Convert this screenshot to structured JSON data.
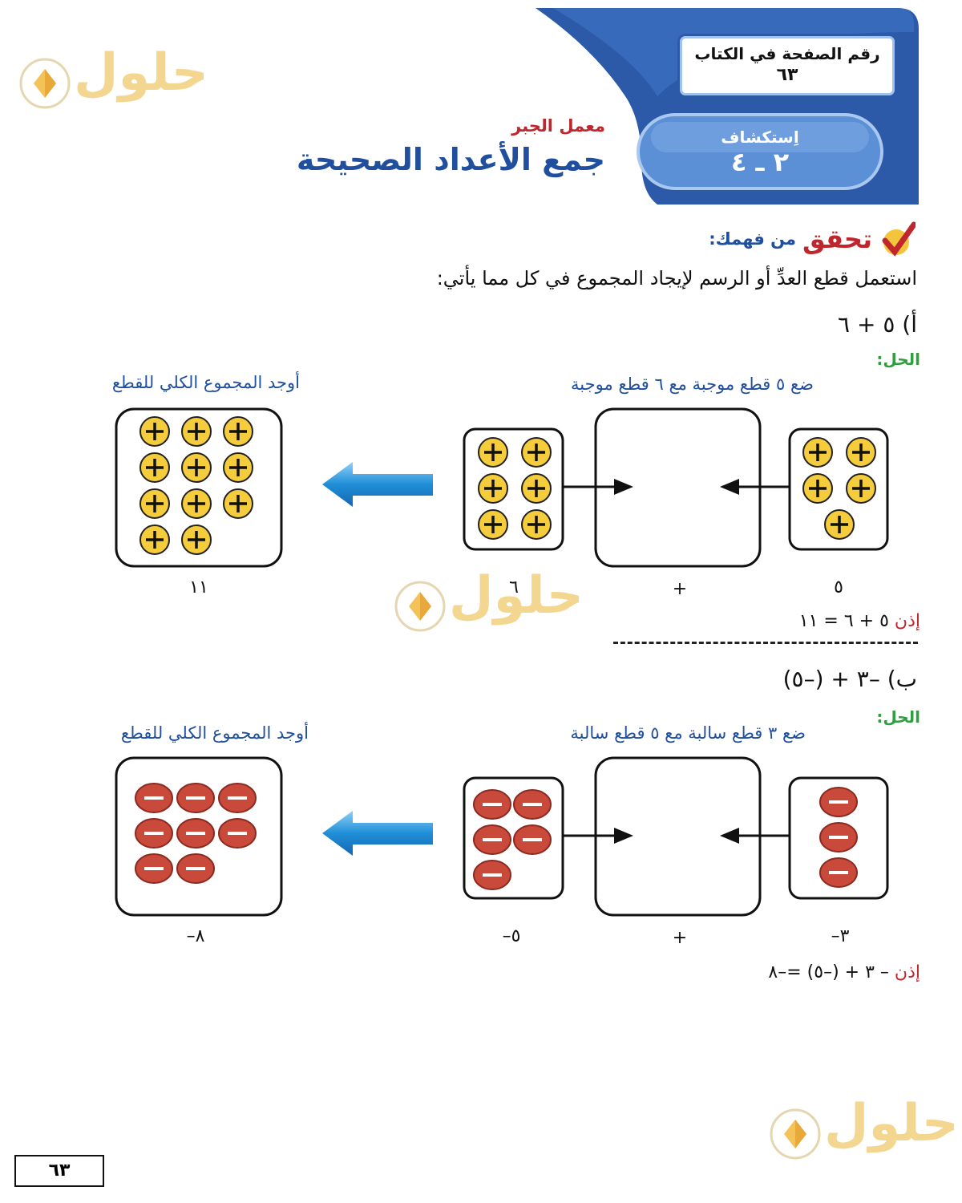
{
  "header": {
    "page_label": "رقم الصفحة في الكتاب",
    "page_value": "٦٣",
    "explore_label": "اِستكشاف",
    "explore_number": "٢ ـ ٤",
    "lab_label": "معمل الجبر",
    "title": "جمع الأعداد الصحيحة"
  },
  "check": {
    "big": "تحقق",
    "small": "من فهمك:"
  },
  "instruction": "استعمل قطع العدِّ أو الرسم لإيجاد المجموع في كل مما يأتي:",
  "problem_a": {
    "question": "أ)   ٥ + ٦",
    "solution_label": "الحل:",
    "caption_put": "ضع ٥ قطع موجبة مع ٦ قطع موجبة",
    "caption_total": "أوجد المجموع الكلي للقطع",
    "label_right": "٥",
    "label_plus": "+",
    "label_mid": "٦",
    "label_total": "١١",
    "conclusion_word": "إذن",
    "conclusion": "٥ + ٦ = ١١",
    "right_count": 5,
    "left_count": 6,
    "total_count": 11,
    "tile_sign": "+"
  },
  "problem_b": {
    "question": "ب)  –٣ + (–٥)",
    "solution_label": "الحل:",
    "caption_put": "ضع ٣ قطع سالبة مع ٥ قطع سالبة",
    "caption_total": "أوجد المجموع الكلي للقطع",
    "label_right": "–٣",
    "label_plus": "+",
    "label_mid": "–٥",
    "label_total": "–٨",
    "conclusion_word": "إذن",
    "conclusion": "– ٣ + (–٥) =–٨",
    "right_count": 3,
    "left_count": 5,
    "total_count": 8,
    "tile_sign": "−"
  },
  "watermark": "حلول",
  "page_number": "٦٣",
  "colors": {
    "positive_tile": "#f4cc3c",
    "negative_tile": "#c94a3a",
    "arrow_blue": "#1f8fd8",
    "title_blue": "#1f4f9e",
    "accent_red": "#c0272d",
    "solution_green": "#2e9e3f"
  }
}
